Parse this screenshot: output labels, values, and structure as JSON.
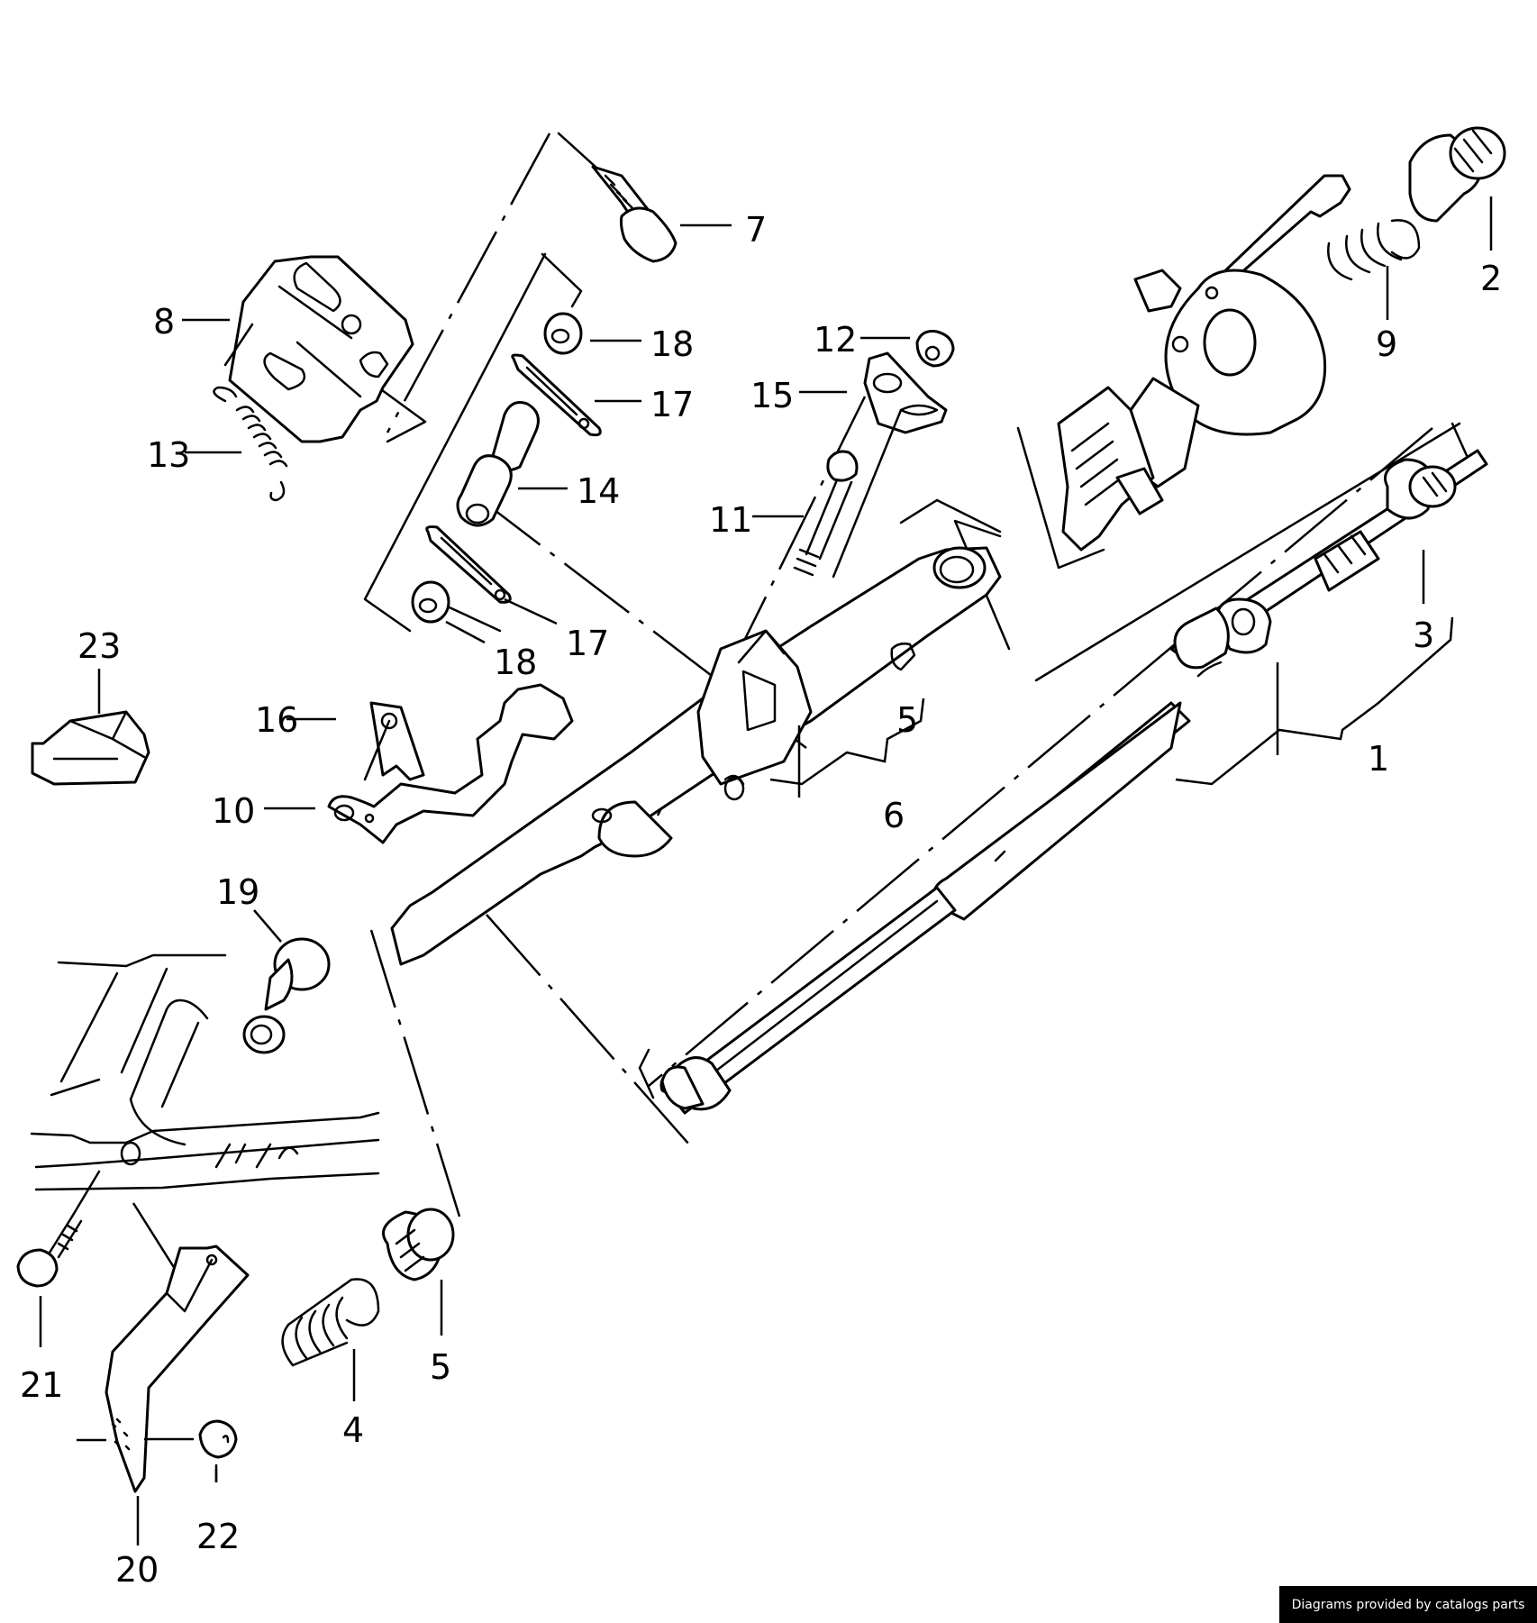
{
  "diagram": {
    "title": "Steering column exploded parts diagram",
    "callouts": {
      "c1": "1",
      "c2": "2",
      "c3": "3",
      "c4": "4",
      "c5a": "5",
      "c5b": "5",
      "c6": "6",
      "c7": "7",
      "c8": "8",
      "c9": "9",
      "c10": "10",
      "c11": "11",
      "c12": "12",
      "c13": "13",
      "c14": "14",
      "c15": "15",
      "c16": "16",
      "c17a": "17",
      "c17b": "17",
      "c18a": "18",
      "c18b": "18",
      "c19": "19",
      "c20": "20",
      "c21": "21",
      "c22": "22",
      "c23": "23"
    },
    "line_color": "#000000",
    "background_color": "#ffffff"
  },
  "footer": {
    "credit": "Diagrams provided by catalogs parts"
  }
}
